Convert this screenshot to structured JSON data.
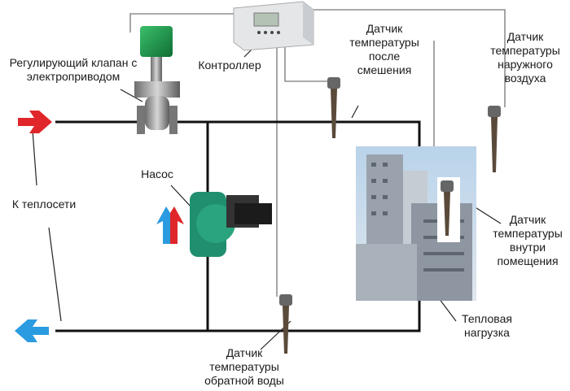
{
  "labels": {
    "valve": "Регулирующий клапан с электроприводом",
    "controller": "Контроллер",
    "sensor_mix": "Датчик температуры после смешения",
    "sensor_outdoor": "Датчик температуры наружного воздуха",
    "pump": "Насос",
    "network": "К теплосети",
    "sensor_indoor": "Датчик температуры внутри помещения",
    "load": "Тепловая нагрузка",
    "sensor_return": "Датчик температуры обратной воды"
  },
  "colors": {
    "supply": "#e0262a",
    "return": "#2a9be0",
    "pipe": "#111111",
    "wire": "#777777"
  }
}
